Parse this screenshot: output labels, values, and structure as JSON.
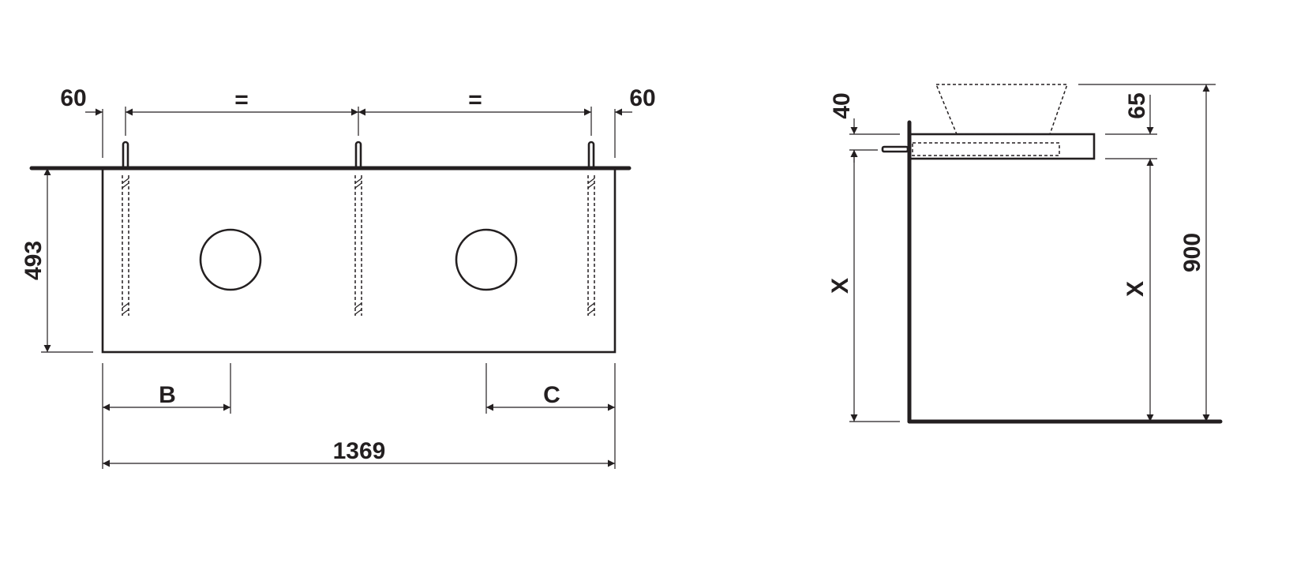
{
  "front_view": {
    "dim_left_offset": "60",
    "dim_right_offset": "60",
    "dim_equal_1": "=",
    "dim_equal_2": "=",
    "dim_height": "493",
    "dim_b": "B",
    "dim_c": "C",
    "dim_width": "1369"
  },
  "side_view": {
    "dim_top_thickness": "40",
    "dim_shelf_thickness": "65",
    "dim_x_left": "X",
    "dim_x_right": "X",
    "dim_total_height": "900"
  },
  "colors": {
    "ink": "#231f20",
    "background": "#ffffff"
  }
}
